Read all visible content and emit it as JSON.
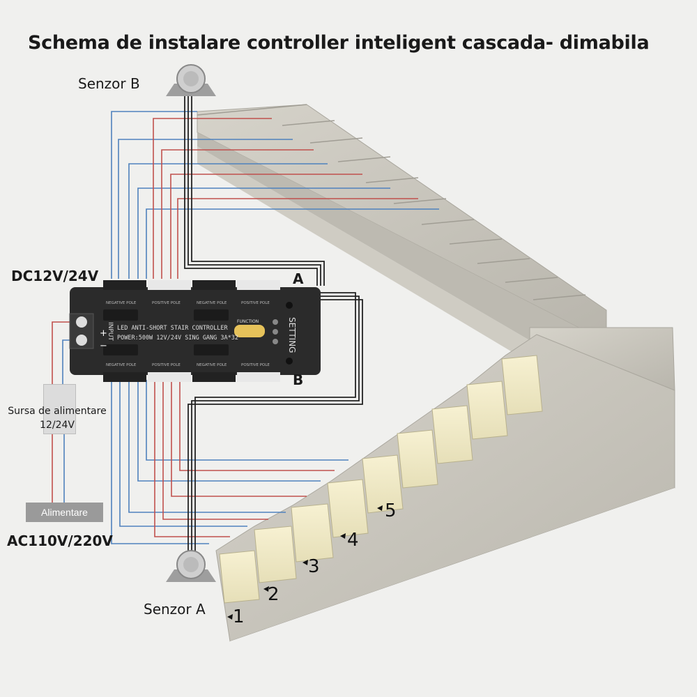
{
  "title": "Schema de instalare controller inteligent cascada- dimabila",
  "sensors": {
    "b_label": "Senzor B",
    "a_label": "Senzor A"
  },
  "power": {
    "dc_label": "DC12V/24V",
    "ac_label": "AC110V/220V",
    "psu_label_line1": "Sursa de alimentare",
    "psu_label_line2": "12/24V",
    "mains_label": "Alimentare"
  },
  "controller": {
    "title_line1": "LED ANTI-SHORT STAIR CONTROLLER",
    "title_line2": "POWER:500W 12V/24V SING GANG 3A*32",
    "function_label": "FUNCTION",
    "setting_label": "SETTING",
    "input_label": "INPUT",
    "plus": "+",
    "minus": "−",
    "negative_pole": "NEGATIVE POLE",
    "positive_pole": "POSITIVE POLE",
    "port_a": "A",
    "port_b": "B"
  },
  "steps": [
    "1",
    "2",
    "3",
    "4",
    "5"
  ],
  "colors": {
    "wire_red": "#c0504d",
    "wire_blue": "#4f81bd",
    "wire_black": "#222222",
    "controller_body": "#2b2b2b",
    "stone": "#c9c6bd",
    "step_glow": "#f3edc8"
  }
}
